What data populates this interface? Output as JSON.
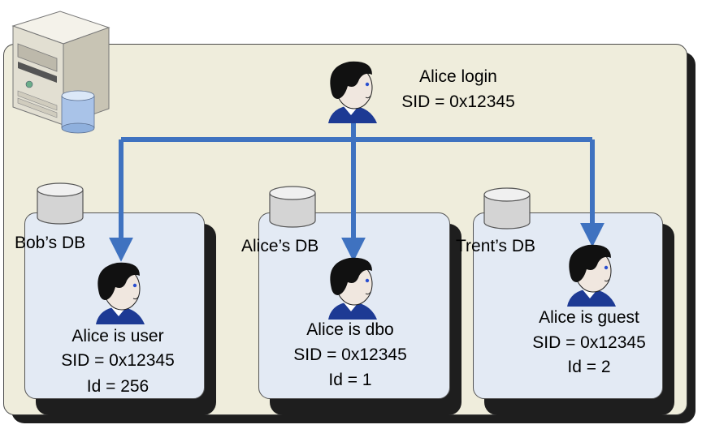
{
  "login": {
    "title": "Alice login",
    "sid": "SID = 0x12345"
  },
  "databases": [
    {
      "name": "Bob’s DB",
      "role": "Alice is user",
      "sid": "SID = 0x12345",
      "id": "Id = 256"
    },
    {
      "name": "Alice’s DB",
      "role": "Alice is dbo",
      "sid": "SID = 0x12345",
      "id": "Id = 1"
    },
    {
      "name": "Trent’s DB",
      "role": "Alice is guest",
      "sid": "SID = 0x12345",
      "id": "Id = 2"
    }
  ],
  "colors": {
    "arrow": "#3f72c0",
    "server_panel": "#efeddc",
    "db_box": "#e3eaf4",
    "shadow": "#1e1e1e"
  },
  "icons": [
    "server-icon",
    "user-icon",
    "database-cylinder-icon"
  ]
}
